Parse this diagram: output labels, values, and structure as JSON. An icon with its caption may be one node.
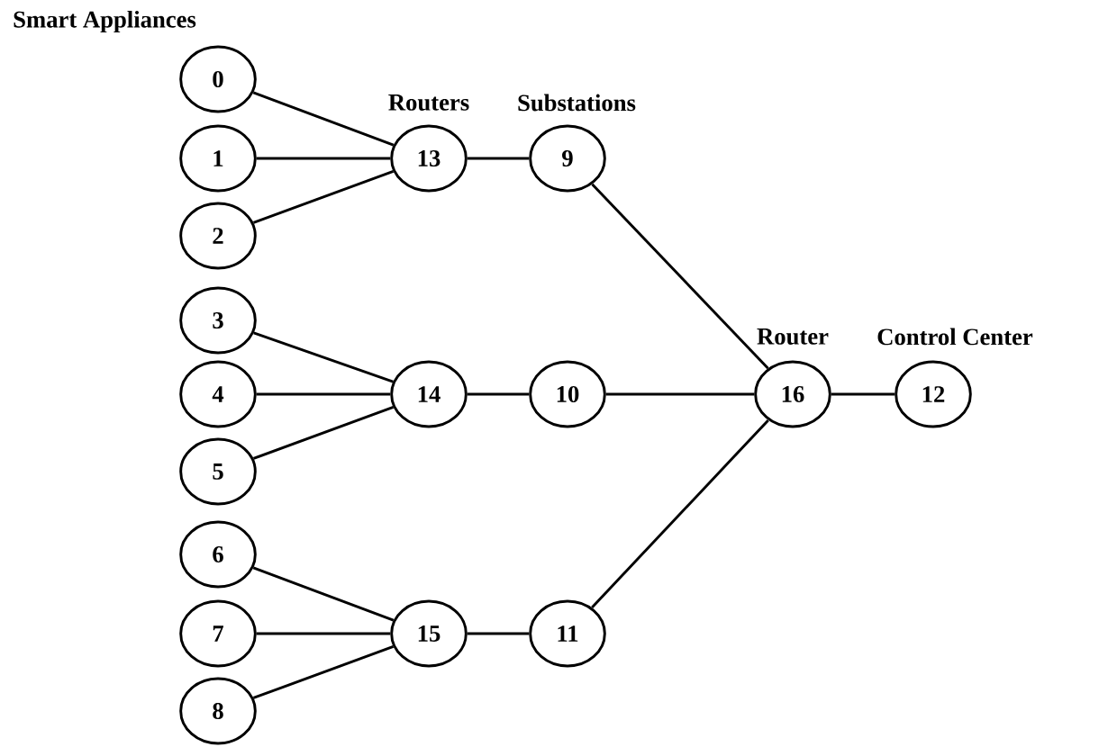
{
  "diagram": {
    "nodes": [
      {
        "text": [
          "0"
        ]
      },
      {
        "text": [
          "1"
        ]
      },
      {
        "text": [
          "2"
        ]
      },
      {
        "text": [
          "3"
        ]
      },
      {
        "text": [
          "4"
        ]
      },
      {
        "text": [
          "5"
        ]
      },
      {
        "text": [
          "6"
        ]
      },
      {
        "text": [
          "7"
        ]
      },
      {
        "text": [
          "8"
        ]
      },
      {
        "text": [
          "9"
        ]
      },
      {
        "text": [
          "10"
        ]
      },
      {
        "text": [
          "11"
        ]
      },
      {
        "text": [
          "12"
        ]
      },
      {
        "text": [
          "13"
        ]
      },
      {
        "text": [
          "14"
        ]
      },
      {
        "text": [
          "15"
        ]
      },
      {
        "text": [
          "16"
        ]
      }
    ],
    "edges": [
      {
        "from": 0,
        "to": 13,
        "arrow": "none"
      },
      {
        "from": 1,
        "to": 13,
        "arrow": "none"
      },
      {
        "from": 2,
        "to": 13,
        "arrow": "none"
      },
      {
        "from": 3,
        "to": 14,
        "arrow": "none"
      },
      {
        "from": 4,
        "to": 14,
        "arrow": "none"
      },
      {
        "from": 5,
        "to": 14,
        "arrow": "none"
      },
      {
        "from": 6,
        "to": 15,
        "arrow": "none"
      },
      {
        "from": 7,
        "to": 15,
        "arrow": "none"
      },
      {
        "from": 8,
        "to": 15,
        "arrow": "none"
      },
      {
        "from": 13,
        "to": 9,
        "arrow": "none"
      },
      {
        "from": 14,
        "to": 10,
        "arrow": "none"
      },
      {
        "from": 15,
        "to": 11,
        "arrow": "none"
      },
      {
        "from": 9,
        "to": 16,
        "arrow": "none"
      },
      {
        "from": 10,
        "to": 16,
        "arrow": "none"
      },
      {
        "from": 11,
        "to": 16,
        "arrow": "none"
      },
      {
        "from": 16,
        "to": 12,
        "arrow": "none"
      }
    ],
    "labels": [
      "Smart Appliances",
      "Routers",
      "Substations",
      "Router",
      "Control Center"
    ]
  }
}
